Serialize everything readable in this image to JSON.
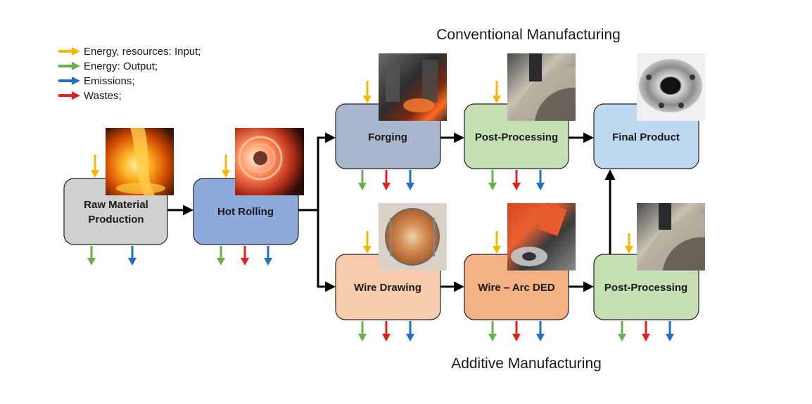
{
  "legend": [
    {
      "text": "Energy, resources: Input;",
      "color": "#f5b800"
    },
    {
      "text": "Energy: Output;",
      "color": "#6ab04c"
    },
    {
      "text": "Emissions;",
      "color": "#1f6fc4"
    },
    {
      "text": "Wastes;",
      "color": "#e02020"
    }
  ],
  "titles": {
    "conventional": "Conventional Manufacturing",
    "additive": "Additive Manufacturing"
  },
  "nodes": {
    "raw_material": {
      "line1": "Raw Material",
      "line2": "Production",
      "fill": "#d0d0d0"
    },
    "hot_rolling": {
      "label": "Hot Rolling",
      "fill": "#8eaadb"
    },
    "forging": {
      "label": "Forging",
      "fill": "#aab7cc"
    },
    "post_processing_conv": {
      "label": "Post-Processing",
      "fill": "#c6e0b4"
    },
    "final_product": {
      "label": "Final Product",
      "fill": "#bdd7ee"
    },
    "wire_drawing": {
      "label": "Wire Drawing",
      "fill": "#f8cbad"
    },
    "wire_arc_ded": {
      "label": "Wire – Arc DED",
      "fill": "#f4b183"
    },
    "post_processing_add": {
      "label": "Post-Processing",
      "fill": "#c6e0b4"
    }
  },
  "photos": {
    "molten_metal": "molten-metal-photo",
    "steel_coil": "hot-steel-coil-photo",
    "forge_press": "forging-press-photo",
    "machining_conv": "machining-photo",
    "flange": "flange-product-photo",
    "wire_spool": "copper-wire-spool-photo",
    "robot_welder": "robotic-arc-welding-photo",
    "machining_add": "machining-photo"
  },
  "colors": {
    "input": "#f5b800",
    "output": "#6ab04c",
    "emissions": "#1f6fc4",
    "wastes": "#e02020"
  }
}
